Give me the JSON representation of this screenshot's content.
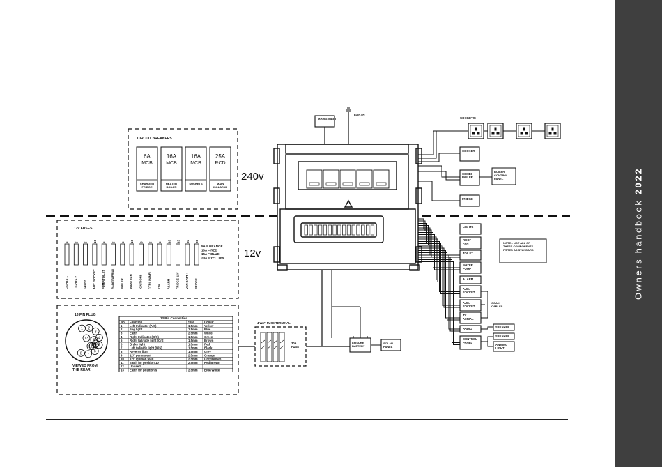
{
  "sidebar": {
    "title_prefix": "Owners handbook",
    "title_year": "2022"
  },
  "labels": {
    "v240": "240v",
    "v12": "12v",
    "circuit_breakers": "CIRCUIT BREAKERS",
    "fuses_12v": "12v FUSES",
    "mains_inlet": "MAINS INLET",
    "earth": "EARTH",
    "sockets": "SOCKETS:",
    "plug_title": "13 PIN PLUG",
    "viewed": "VIEWED FROM THE REAR",
    "table_title": "13 Pin Connection",
    "fuse_terminal": "4 WAY FUSE TERMINAL",
    "fuse_30a": "30A FUSE",
    "leisure_battery": "LEISURE BATTERY",
    "solar_panel": "SOLAR PANEL",
    "boiler_control": "BOILER CONTROL PANEL",
    "notes": "NOTE:- NOT ALL OF THESE COMPONENTS FITTED AS STANDARD",
    "coax": "COAX. CABLES",
    "speaker1": "SPEAKER",
    "speaker2": "SPEAKER",
    "awning": "AWNING LIGHT"
  },
  "breakers": [
    {
      "rating": "6A",
      "type": "MCB",
      "use": "CHARGER FRIDGE"
    },
    {
      "rating": "16A",
      "type": "MCB",
      "use": "HEATER BOILER"
    },
    {
      "rating": "16A",
      "type": "MCB",
      "use": "SOCKETS"
    },
    {
      "rating": "25A",
      "type": "RCD",
      "use": "MAIN ISOLATOR"
    }
  ],
  "fuses": [
    {
      "rating": "5",
      "name": "LIGHTS 1"
    },
    {
      "rating": "5",
      "name": "LIGHTS 2"
    },
    {
      "rating": "5",
      "name": "SPARE"
    },
    {
      "rating": "10",
      "name": "AUX. SOCKET"
    },
    {
      "rating": "5",
      "name": "PUMP/TOILET"
    },
    {
      "rating": "5",
      "name": "RADIO/AERIAL"
    },
    {
      "rating": "5",
      "name": "BOILER"
    },
    {
      "rating": "10",
      "name": "ROOF FAN"
    },
    {
      "rating": "5",
      "name": "IGNITIONS"
    },
    {
      "rating": "5",
      "name": "CTRL PANEL"
    },
    {
      "rating": "5",
      "name": "12V"
    },
    {
      "rating": "10",
      "name": "ALARM"
    },
    {
      "rating": "15",
      "name": "FRIDGE 12V"
    },
    {
      "rating": "20",
      "name": "VAN BATT +"
    },
    {
      "rating": "20",
      "name": "FRIDGE"
    }
  ],
  "fuse_legend": [
    "5A = ORANGE",
    "10A = RED",
    "15A = BLUE",
    "20A = YELLOW"
  ],
  "pin_table": {
    "headers": [
      "No.",
      "Function",
      "Size",
      "Colour"
    ],
    "rows": [
      [
        "1",
        "Left Indicator (A/S)",
        "1.5mm",
        "Yellow"
      ],
      [
        "2",
        "Fog light",
        "1.5mm",
        "Blue"
      ],
      [
        "3",
        "Earth",
        "2.5mm",
        "White"
      ],
      [
        "4",
        "Right Indicator (O/S)",
        "1.5mm",
        "Green"
      ],
      [
        "5",
        "Right tail/side light (O/S)",
        "1.5mm",
        "Brown"
      ],
      [
        "6",
        "Brake light",
        "1.5mm",
        "Red"
      ],
      [
        "7",
        "Left tail/side light (N/S)",
        "1.5mm",
        "Black"
      ],
      [
        "8",
        "Reverse light",
        "1.5mm",
        "Grey"
      ],
      [
        "9",
        "12V permanent",
        "2.5mm",
        "Orange"
      ],
      [
        "10",
        "12V ignition feed",
        "2.5mm",
        "Grey/Brown"
      ],
      [
        "11",
        "Earth for position 10",
        "2.5mm",
        "Red/Brown"
      ],
      [
        "12",
        "Unused",
        "",
        ""
      ],
      [
        "13",
        "Earth for position 9",
        "2.5mm",
        "Blue/White"
      ]
    ]
  },
  "pins": [
    "1",
    "2",
    "3",
    "4",
    "5",
    "6",
    "7",
    "8",
    "9",
    "10",
    "11",
    "12",
    "13"
  ],
  "loads_240": [
    "COOKER",
    "COMBI BOILER",
    "FRIDGE"
  ],
  "loads_12": [
    "LIGHTS",
    "ROOF FAN",
    "TOILET",
    "WATER PUMP",
    "ALARM",
    "AUX. SOCKET",
    "AUX. SOCKET",
    "TV AERIAL",
    "RADIO",
    "CONTROL PANEL"
  ]
}
